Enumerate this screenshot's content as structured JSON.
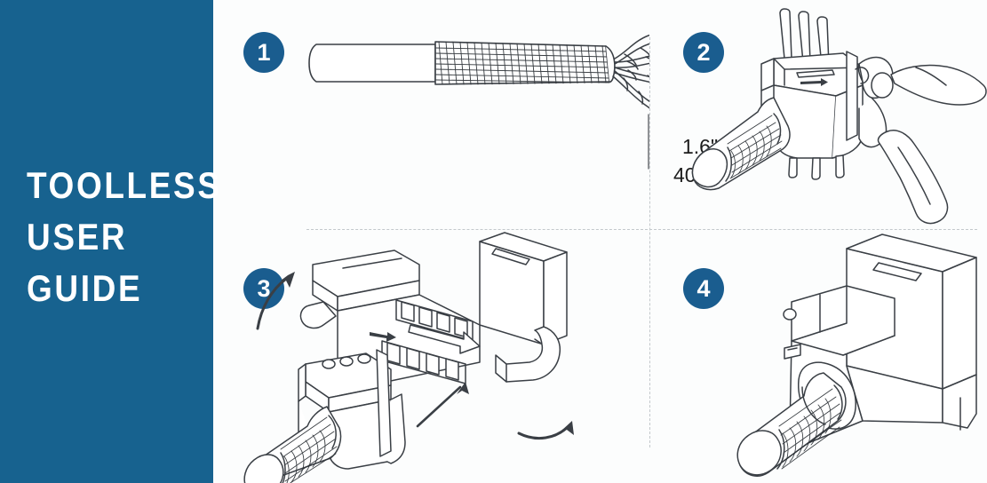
{
  "sidebar": {
    "background_color": "#17628f",
    "title_lines": [
      "TOOLLESS",
      "USER",
      "GUIDE"
    ],
    "title_full": "TOOLLESS USER GUIDE"
  },
  "theme": {
    "accent_blue": "#1a5d8f",
    "panel_background": "#fcfdfd",
    "line_color": "#3a3f45",
    "divider_color": "#c3c8cc"
  },
  "steps": [
    {
      "number": "1",
      "illustration": "cable-stripped-with-braided-shield-and-untwisted-pairs",
      "dimension": {
        "inches": "1.6\"",
        "millimeters": "40mm"
      }
    },
    {
      "number": "2",
      "illustration": "pliers-trimming-excess-wires-on-keystone-jack"
    },
    {
      "number": "3",
      "illustration": "keystone-jack-cap-closing-onto-wire-manager"
    },
    {
      "number": "4",
      "illustration": "assembled-keystone-jack-with-shielded-cable"
    }
  ]
}
